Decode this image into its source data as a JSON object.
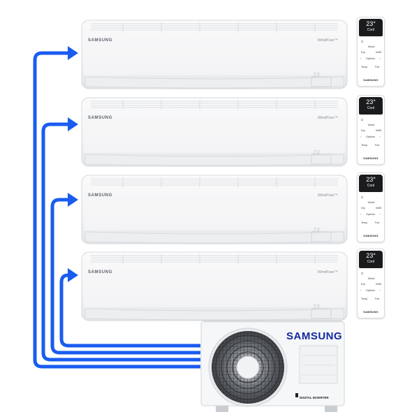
{
  "indoor_units": [
    {
      "brand": "SAMSUNG",
      "model": "WindFree™",
      "display": "23"
    },
    {
      "brand": "SAMSUNG",
      "model": "WindFree™",
      "display": "23"
    },
    {
      "brand": "SAMSUNG",
      "model": "WindFree™",
      "display": "23"
    },
    {
      "brand": "SAMSUNG",
      "model": "WindFree™",
      "display": "23"
    }
  ],
  "remote": {
    "temp": "23°",
    "mode": "Cool",
    "keys": {
      "mode": "Mode",
      "dry": "Dry",
      "wind": "WAE",
      "options": "Options",
      "temp": "Temp",
      "fan": "Fan"
    },
    "brand": "SAMSUNG"
  },
  "outdoor_unit": {
    "brand": "SAMSUNG",
    "badge": "DIGITAL INVERTER"
  },
  "colors": {
    "pipe": "#1a5cf0",
    "brand_blue": "#1428a0",
    "unit_white": "#f4f5f6"
  }
}
